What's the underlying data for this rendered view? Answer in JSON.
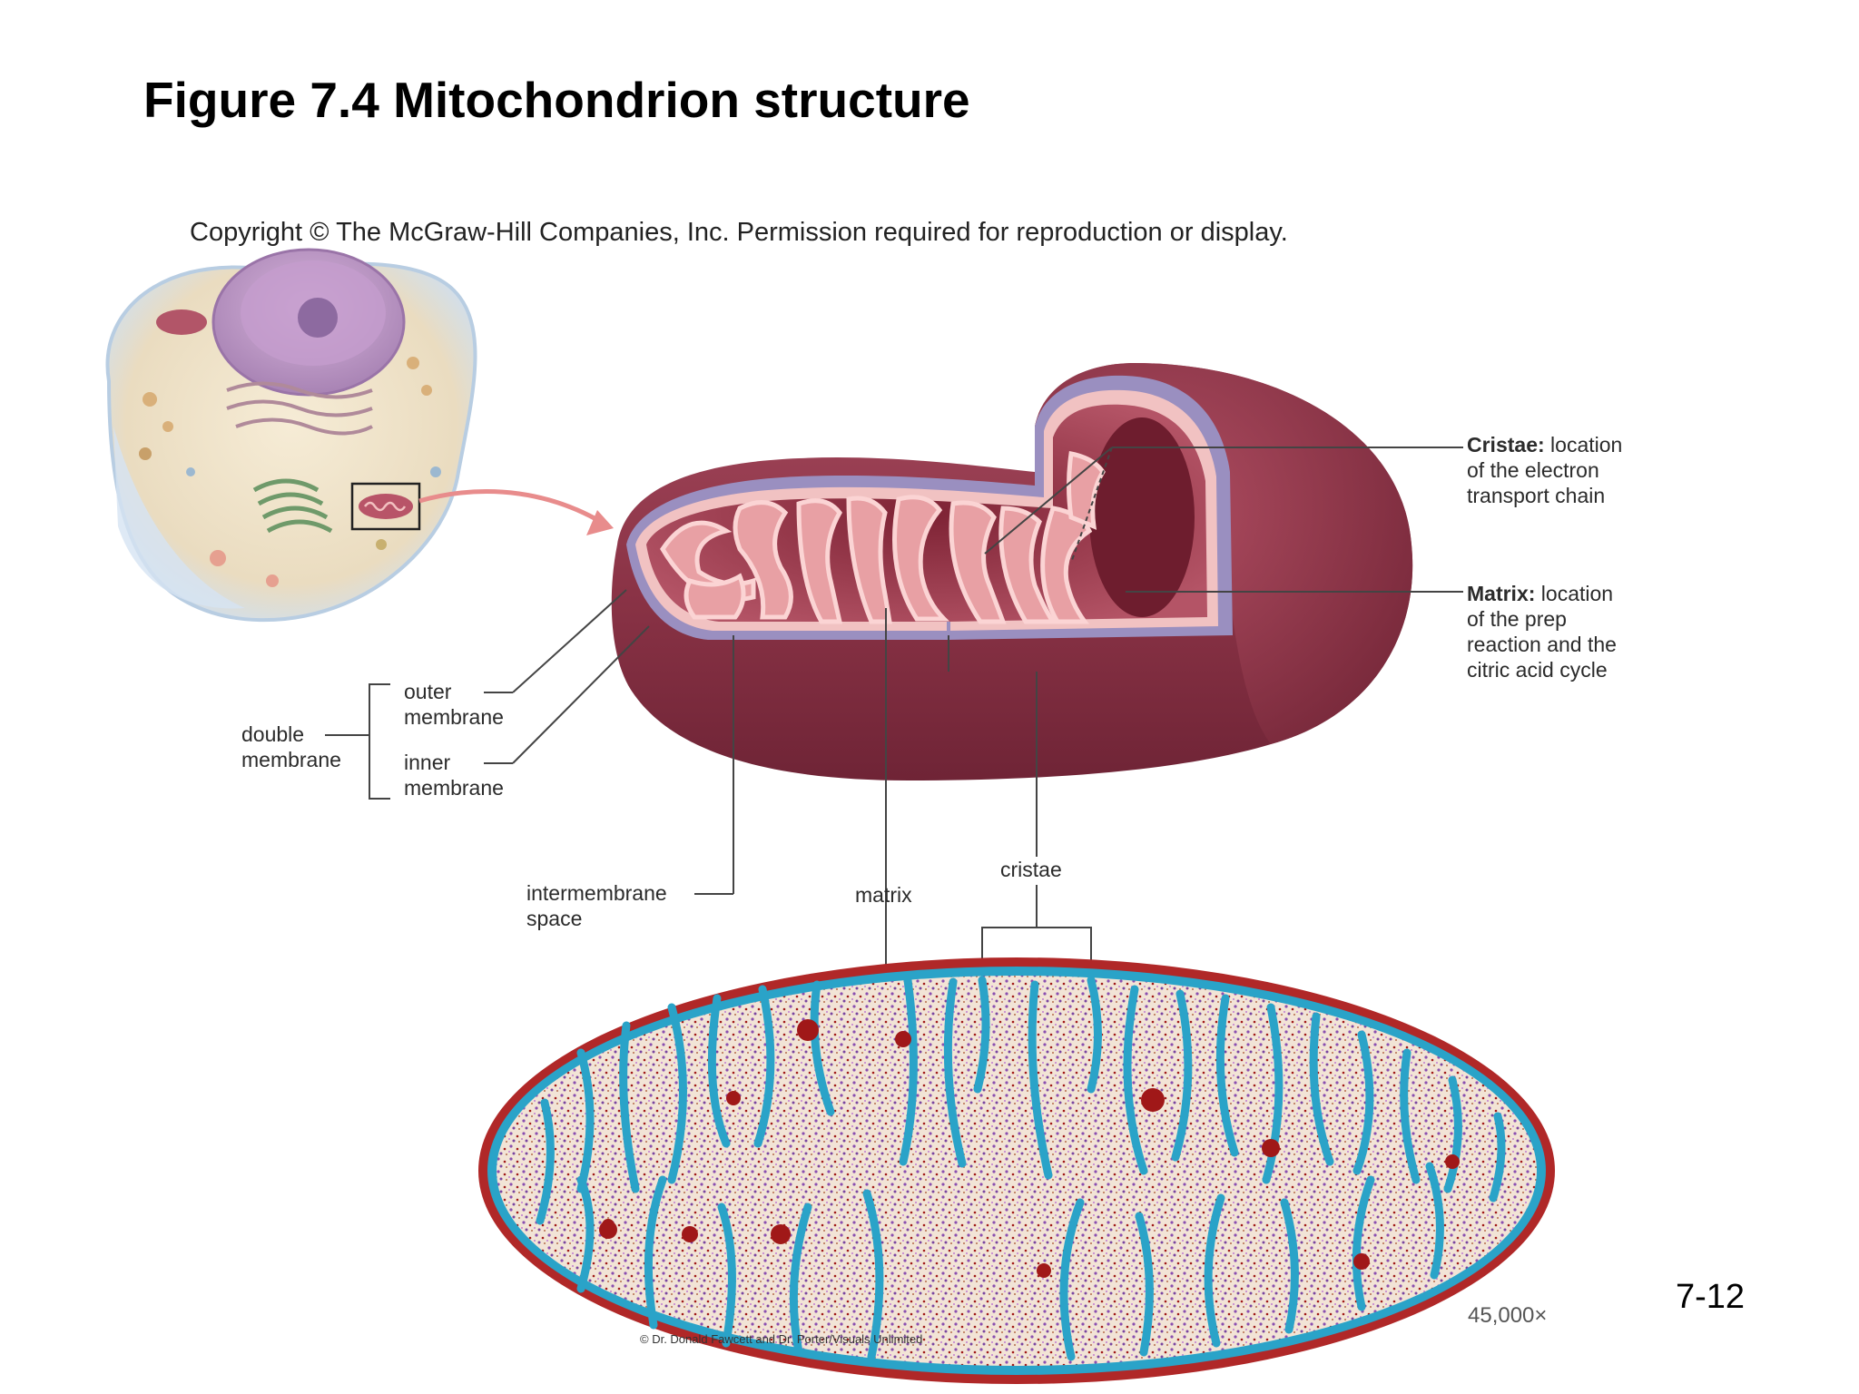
{
  "slide": {
    "title": "Figure 7.4 Mitochondrion structure",
    "copyright": "Copyright © The McGraw-Hill Companies, Inc. Permission required for reproduction or display.",
    "page_number": "7-12",
    "photo_credit": "© Dr. Donald Fawcett and Dr. Porter/Visuals Unlimited",
    "magnification": "45,000×"
  },
  "labels": {
    "cristae_callout_term": "Cristae:",
    "cristae_callout_line1": "location",
    "cristae_callout_line2": "of the electron",
    "cristae_callout_line3": "transport chain",
    "matrix_callout_term": "Matrix:",
    "matrix_callout_line1": "location",
    "matrix_callout_line2": "of the prep",
    "matrix_callout_line3": "reaction and the",
    "matrix_callout_line4": "citric acid cycle",
    "double_membrane_line1": "double",
    "double_membrane_line2": "membrane",
    "outer_membrane_line1": "outer",
    "outer_membrane_line2": "membrane",
    "inner_membrane_line1": "inner",
    "inner_membrane_line2": "membrane",
    "intermembrane_line1": "intermembrane",
    "intermembrane_line2": "space",
    "matrix": "matrix",
    "cristae": "cristae"
  },
  "colors": {
    "mito_outer": "#8e3a4c",
    "mito_inner": "#c86a78",
    "membrane_edge": "#9a8fc0",
    "cristae_fill": "#e8a5a5",
    "micrograph_membrane": "#2aa3c8",
    "micrograph_matrix": "#8a4fb0",
    "micrograph_spots": "#a01818",
    "cell_membrane": "#cfe0f0",
    "nucleus": "#c9a3d0"
  }
}
